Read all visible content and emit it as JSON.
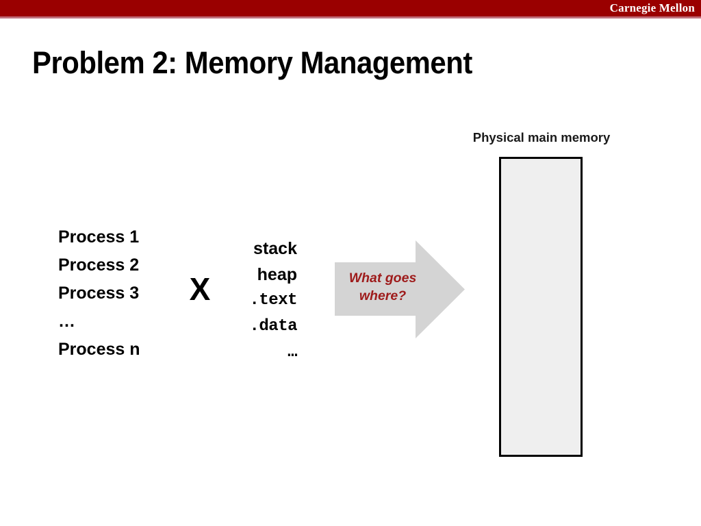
{
  "header": {
    "brand": "Carnegie Mellon",
    "band_color": "#9a0000",
    "underline_color": "#c0707c",
    "brand_color": "#ffffff"
  },
  "title": {
    "text": "Problem 2: Memory Management",
    "color": "#000000"
  },
  "processes": {
    "items": [
      {
        "label": "Process 1"
      },
      {
        "label": "Process 2"
      },
      {
        "label": "Process 3"
      },
      {
        "label": "…"
      },
      {
        "label": "Process n"
      }
    ]
  },
  "operator": {
    "times": "X"
  },
  "segments": {
    "items": [
      {
        "label": "stack",
        "mono": false
      },
      {
        "label": "heap",
        "mono": false
      },
      {
        "label": ".text",
        "mono": true
      },
      {
        "label": ".data",
        "mono": true
      },
      {
        "label": "…",
        "mono": true
      }
    ]
  },
  "arrow": {
    "fill_color": "#d4d4d4",
    "caption_line1": "What goes",
    "caption_line2": "where?",
    "caption_color": "#9e1b1b"
  },
  "memory": {
    "label": "Physical main memory",
    "box_fill": "#efefef",
    "box_border": "#000000"
  }
}
